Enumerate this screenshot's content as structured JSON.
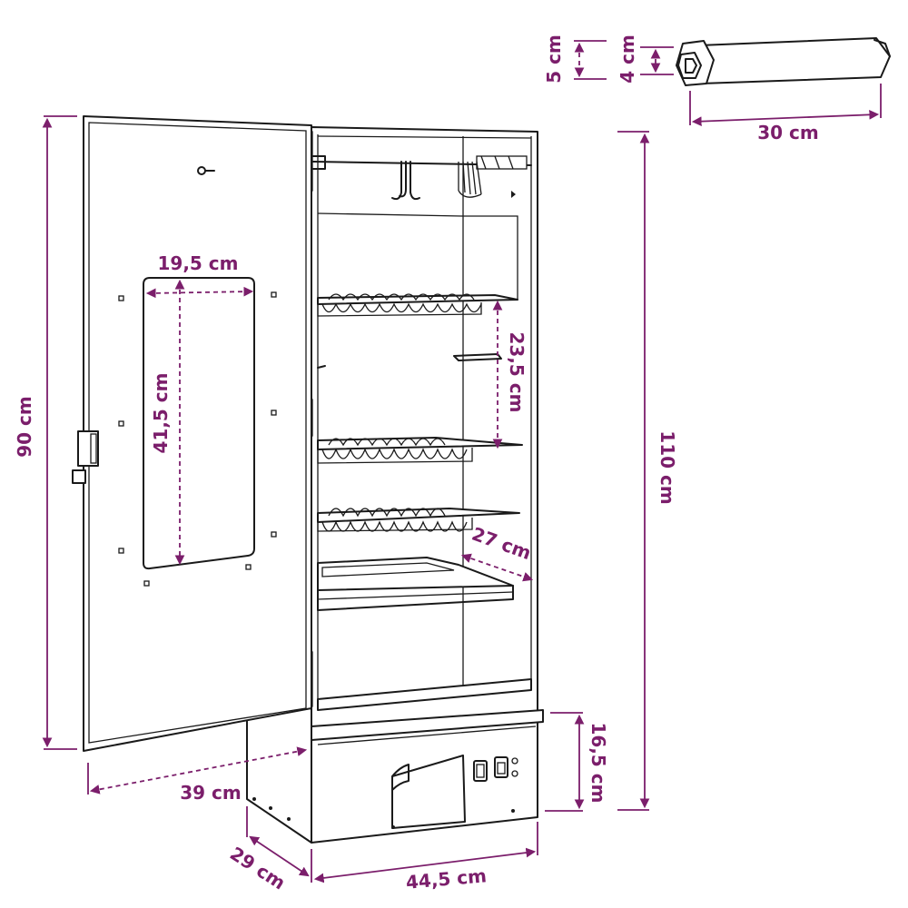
{
  "colors": {
    "dimension": "#7b1e6b",
    "outline": "#1a1a1a",
    "background": "#ffffff"
  },
  "dimensions": {
    "door_height": "90 cm",
    "total_height": "110 cm",
    "window_width": "19,5 cm",
    "window_height": "41,5 cm",
    "rack_spacing": "23,5 cm",
    "rack_depth": "27 cm",
    "base_height": "16,5 cm",
    "door_width": "39 cm",
    "depth": "29 cm",
    "width": "44,5 cm",
    "tube_outer_height": "5 cm",
    "tube_inner_height": "4 cm",
    "tube_length": "30 cm"
  }
}
